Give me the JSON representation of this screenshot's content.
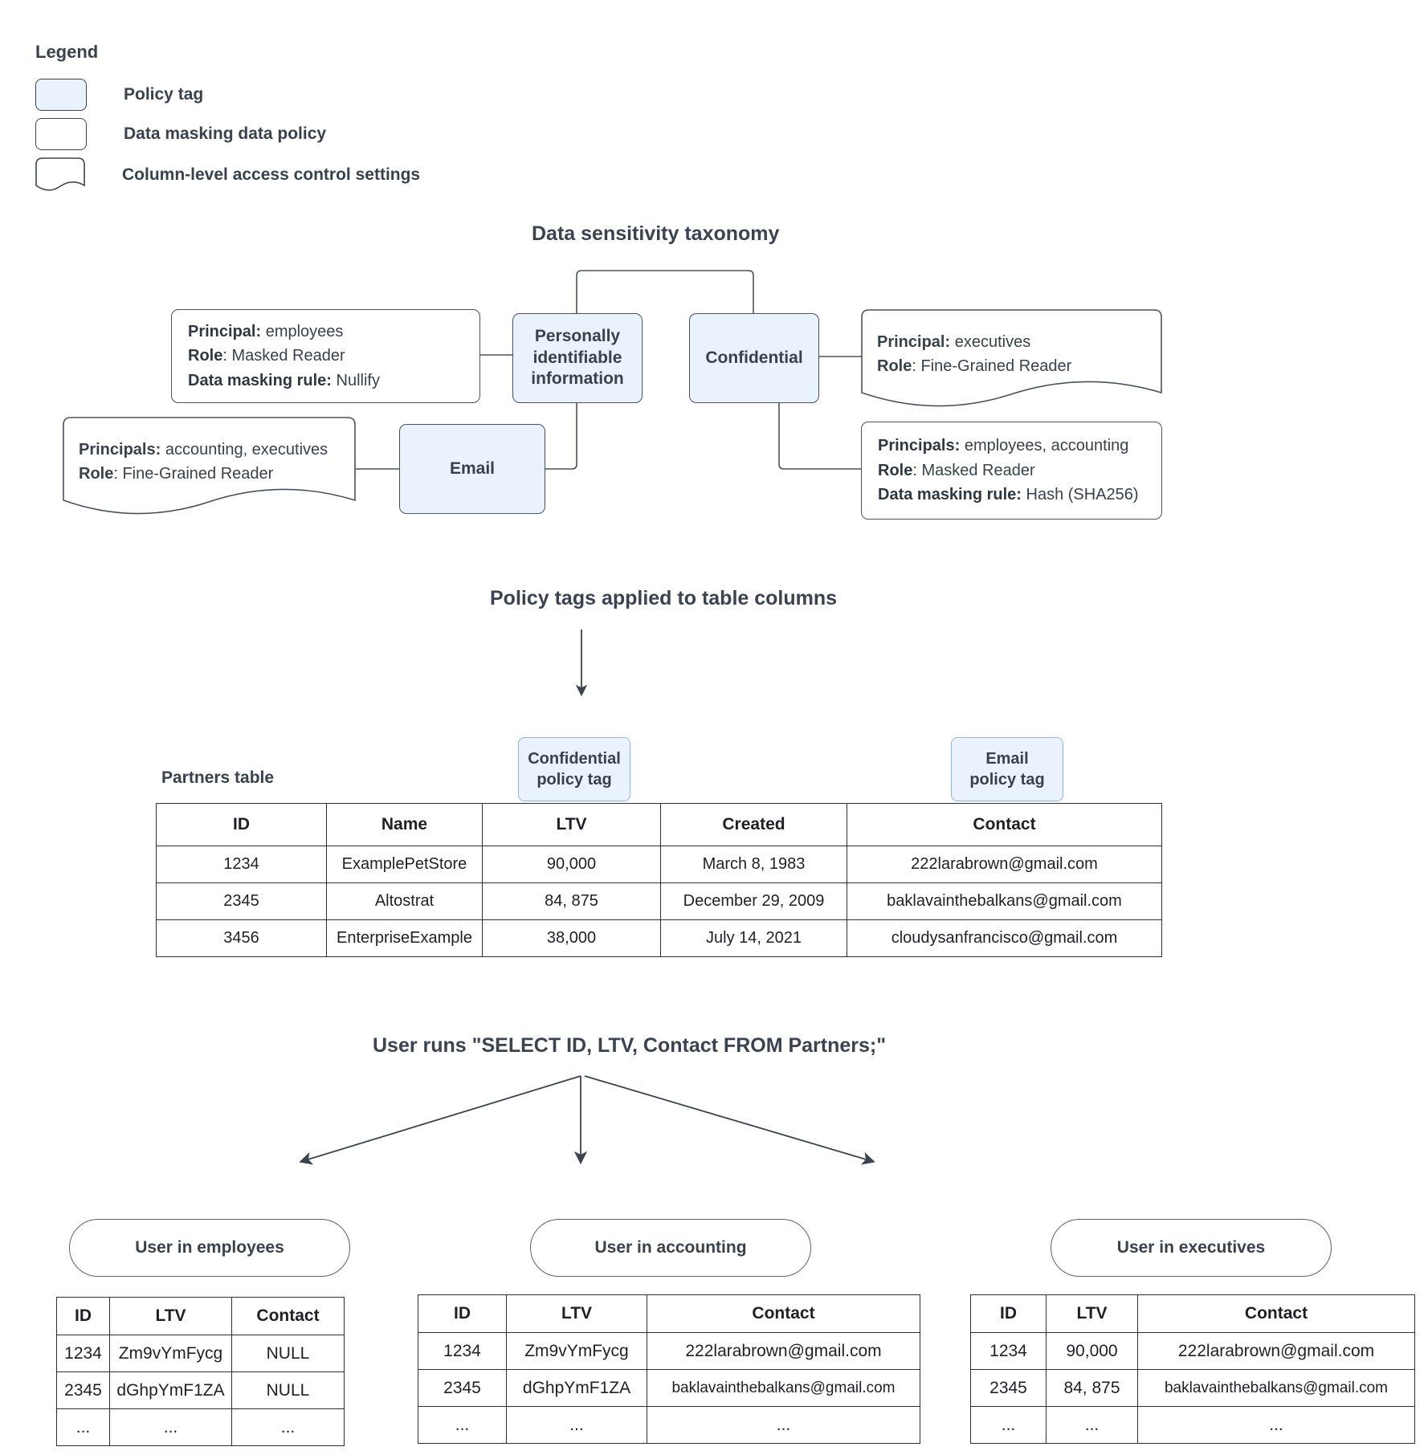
{
  "legend": {
    "title": "Legend",
    "items": [
      {
        "label": "Policy tag",
        "swatch": "policy-tag-swatch"
      },
      {
        "label": "Data masking data policy",
        "swatch": "data-masking-swatch"
      },
      {
        "label": "Column-level access control settings",
        "swatch": "column-access-swatch"
      }
    ]
  },
  "taxonomy": {
    "title": "Data sensitivity taxonomy",
    "nodes": {
      "pii": "Personally identifiable information",
      "confidential": "Confidential",
      "email": "Email"
    },
    "panels": {
      "pii_masking": {
        "lines": [
          {
            "key": "Principal:",
            "value": "employees"
          },
          {
            "key": "Role",
            "value": ": Masked Reader"
          },
          {
            "key": "Data masking rule:",
            "value": "Nullify"
          }
        ]
      },
      "email_access": {
        "lines": [
          {
            "key": "Principals:",
            "value": "accounting, executives"
          },
          {
            "key": "Role",
            "value": ": Fine-Grained Reader"
          }
        ]
      },
      "confidential_access": {
        "lines": [
          {
            "key": "Principal:",
            "value": "executives"
          },
          {
            "key": "Role",
            "value": ": Fine-Grained Reader"
          }
        ]
      },
      "confidential_masking": {
        "lines": [
          {
            "key": "Principals:",
            "value": "employees, accounting"
          },
          {
            "key": "Role",
            "value": ": Masked Reader"
          },
          {
            "key": "Data masking rule:",
            "value": "Hash (SHA256)"
          }
        ]
      }
    }
  },
  "applied": {
    "title": "Policy tags applied to table columns",
    "table_caption": "Partners table",
    "chips": [
      {
        "line1": "Confidential",
        "line2": "policy tag"
      },
      {
        "line1": "Email",
        "line2": "policy tag"
      }
    ],
    "partners_table": {
      "columns": [
        "ID",
        "Name",
        "LTV",
        "Created",
        "Contact"
      ],
      "rows": [
        [
          "1234",
          "ExamplePetStore",
          "90,000",
          "March 8, 1983",
          "222larabrown@gmail.com"
        ],
        [
          "2345",
          "Altostrat",
          "84, 875",
          "December 29, 2009",
          "baklavainthebalkans@gmail.com"
        ],
        [
          "3456",
          "EnterpriseExample",
          "38,000",
          "July 14, 2021",
          "cloudysanfrancisco@gmail.com"
        ]
      ]
    }
  },
  "query": {
    "title": "User runs \"SELECT ID, LTV, Contact FROM Partners;\""
  },
  "results": [
    {
      "pill": "User in employees",
      "columns": [
        "ID",
        "LTV",
        "Contact"
      ],
      "rows": [
        [
          "1234",
          "Zm9vYmFycg",
          "NULL"
        ],
        [
          "2345",
          "dGhpYmF1ZA",
          "NULL"
        ],
        [
          "...",
          "...",
          "..."
        ]
      ]
    },
    {
      "pill": "User in accounting",
      "columns": [
        "ID",
        "LTV",
        "Contact"
      ],
      "rows": [
        [
          "1234",
          "Zm9vYmFycg",
          "222larabrown@gmail.com"
        ],
        [
          "2345",
          "dGhpYmF1ZA",
          "baklavainthebalkans@gmail.com"
        ],
        [
          "...",
          "...",
          "..."
        ]
      ]
    },
    {
      "pill": "User in executives",
      "columns": [
        "ID",
        "LTV",
        "Contact"
      ],
      "rows": [
        [
          "1234",
          "90,000",
          "222larabrown@gmail.com"
        ],
        [
          "2345",
          "84, 875",
          "baklavainthebalkans@gmail.com"
        ],
        [
          "...",
          "...",
          "..."
        ]
      ]
    }
  ],
  "colors": {
    "policy_tag_fill": "#e9f2fd",
    "border": "#4a525e",
    "text": "#39414d",
    "chip_border": "#8fb4d9"
  }
}
